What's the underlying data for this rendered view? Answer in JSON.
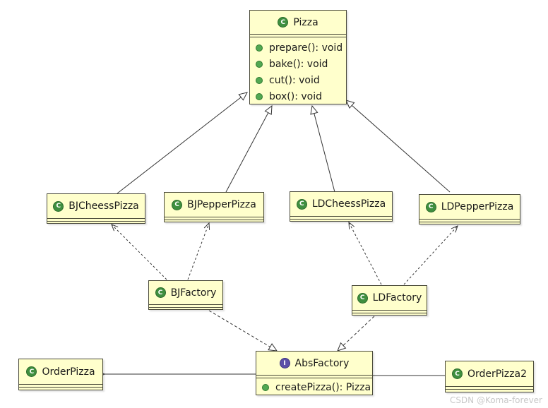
{
  "classes": {
    "pizza": {
      "name": "Pizza",
      "kind": "class",
      "methods": [
        "prepare(): void",
        "bake(): void",
        "cut(): void",
        "box(): void"
      ]
    },
    "bjcheess": {
      "name": "BJCheessPizza",
      "kind": "class"
    },
    "bjpepper": {
      "name": "BJPepperPizza",
      "kind": "class"
    },
    "ldcheess": {
      "name": "LDCheessPizza",
      "kind": "class"
    },
    "ldpepper": {
      "name": "LDPepperPizza",
      "kind": "class"
    },
    "bjfactory": {
      "name": "BJFactory",
      "kind": "class"
    },
    "ldfactory": {
      "name": "LDFactory",
      "kind": "class"
    },
    "absfactory": {
      "name": "AbsFactory",
      "kind": "interface",
      "methods": [
        "createPizza(): Pizza"
      ]
    },
    "orderpizza": {
      "name": "OrderPizza",
      "kind": "class"
    },
    "orderpizza2": {
      "name": "OrderPizza2",
      "kind": "class"
    }
  },
  "badges": {
    "class": "C",
    "interface": "I"
  },
  "watermark": "CSDN @Koma-forever",
  "colors": {
    "box_fill": "#ffffcc",
    "box_border": "#4a4a3a",
    "class_badge": "#3f8f3f",
    "interface_badge": "#5c4fa8"
  }
}
